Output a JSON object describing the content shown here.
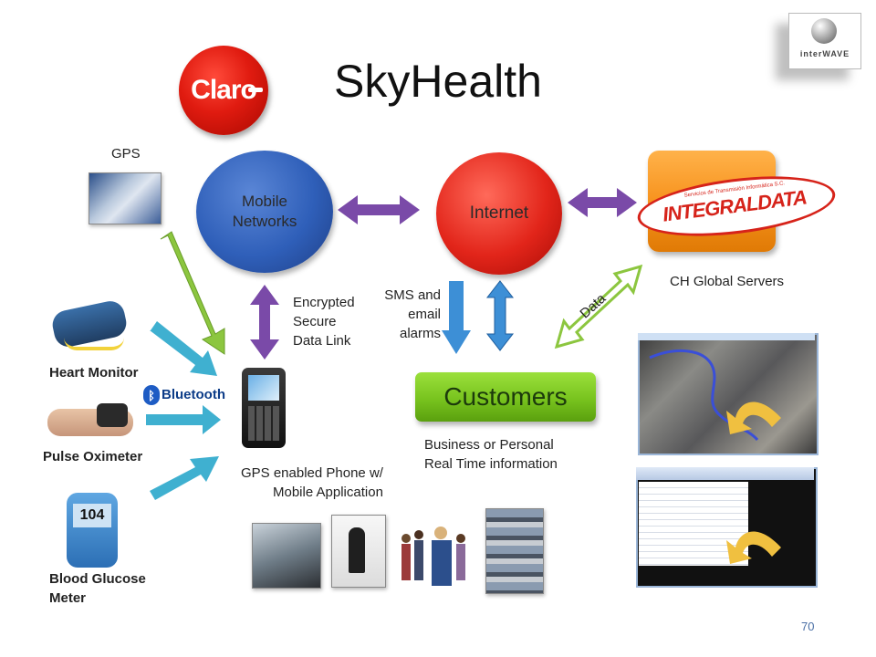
{
  "title": "SkyHealth",
  "logos": {
    "claro": "Claro",
    "interwave": "interWAVE",
    "integraldata": "INTEGRALDATA",
    "integraldata_sub": "Servicios de Transmisión Informática S.C."
  },
  "nodes": {
    "mobile_networks": [
      "Mobile",
      "Networks"
    ],
    "internet": "Internet",
    "servers_label": "CH Global Servers",
    "customers": "Customers"
  },
  "labels": {
    "gps": "GPS",
    "encrypted": [
      "Encrypted",
      "Secure",
      "Data Link"
    ],
    "sms": [
      "SMS and",
      "email",
      "alarms"
    ],
    "data": "Data",
    "heart_monitor": "Heart Monitor",
    "bluetooth": "Bluetooth",
    "pulse_oximeter": "Pulse Oximeter",
    "blood_glucose": [
      "Blood Glucose",
      "Meter"
    ],
    "phone": [
      "GPS enabled Phone w/",
      "Mobile Application"
    ],
    "business": [
      "Business or Personal",
      "Real Time information"
    ],
    "glucose_reading": "104"
  },
  "page_number": "70",
  "colors": {
    "purple_arrow": "#7a4aa8",
    "teal_arrow": "#3fb0d0",
    "green_arrow": "#8cc63f",
    "blue_arrow": "#3d8fd6"
  }
}
